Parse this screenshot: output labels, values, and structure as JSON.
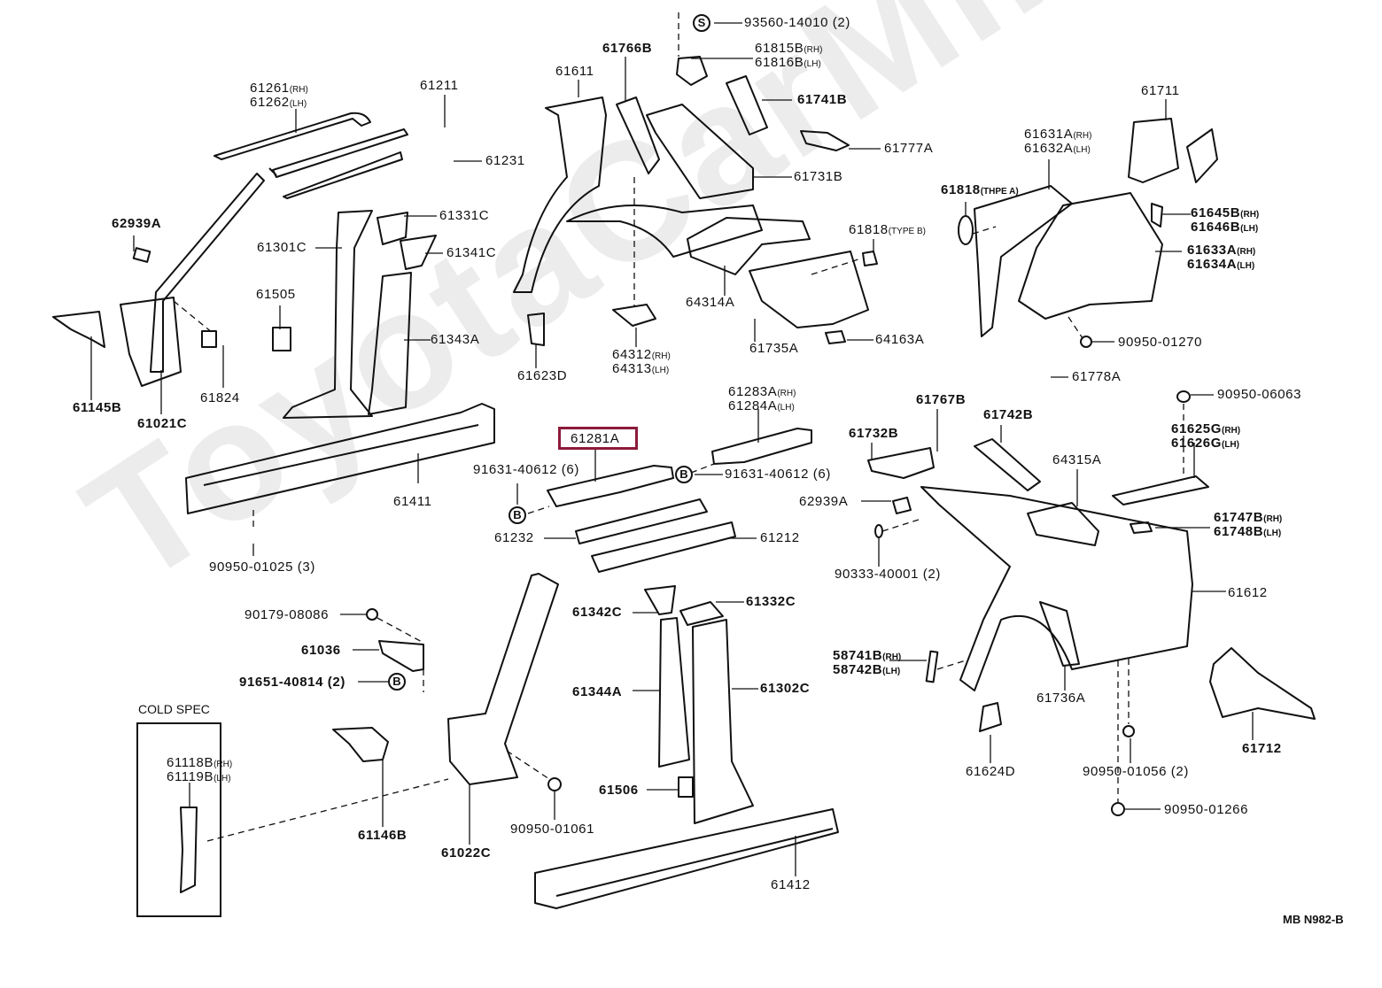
{
  "diagram": {
    "watermark": "ToyotaCarMini.ru",
    "figure_code": "MB N982-B",
    "highlighted_part": "61281A",
    "highlight_color": "#8b1a3a",
    "cold_spec_title": "COLD SPEC",
    "suffix_rh": "(RH)",
    "suffix_lh": "(LH)",
    "symbols": {
      "s": "S",
      "b": "B"
    },
    "labels": {
      "p93560": "93560-14010 (2)",
      "p61766B": "61766B",
      "p61815B": "61815B",
      "p61816B": "61816B",
      "p61611": "61611",
      "p61261": "61261",
      "p61262": "61262",
      "p61211": "61211",
      "p61741B": "61741B",
      "p61777A": "61777A",
      "p61231": "61231",
      "p61731B": "61731B",
      "p61711": "61711",
      "p61631A": "61631A",
      "p61632A": "61632A",
      "p61818A": "61818",
      "p61818A_type": "(THPE A)",
      "p61645B": "61645B",
      "p61646B": "61646B",
      "p61633A": "61633A",
      "p61634A": "61634A",
      "p90950_01270": "90950-01270",
      "p62939A_top": "62939A",
      "p61331C": "61331C",
      "p61301C": "61301C",
      "p61341C": "61341C",
      "p61818B": "61818",
      "p61818B_type": "(TYPE B)",
      "p64314A": "64314A",
      "p61505": "61505",
      "p61343A": "61343A",
      "p64312": "64312",
      "p64313": "64313",
      "p61735A": "61735A",
      "p64163A": "64163A",
      "p61145B": "61145B",
      "p61021C": "61021C",
      "p61824": "61824",
      "p61623D": "61623D",
      "p61778A": "61778A",
      "p90950_06063": "90950-06063",
      "p61283A": "61283A",
      "p61284A": "61284A",
      "p61767B": "61767B",
      "p61742B": "61742B",
      "p61732B": "61732B",
      "p61625G": "61625G",
      "p61626G": "61626G",
      "p64315A": "64315A",
      "p61411": "61411",
      "p91631_left": "91631-40612 (6)",
      "p91631_right": "91631-40612 (6)",
      "p62939A_mid": "62939A",
      "p61747B": "61747B",
      "p61748B": "61748B",
      "p61232": "61232",
      "p61212": "61212",
      "p90950_01025": "90950-01025 (3)",
      "p90333": "90333-40001 (2)",
      "p61612": "61612",
      "p90179": "90179-08086",
      "p61342C": "61342C",
      "p61332C": "61332C",
      "p61036": "61036",
      "p58741B": "58741B",
      "p58742B": "58742B",
      "p61344A": "61344A",
      "p61302C": "61302C",
      "p91651": "91651-40814 (2)",
      "p61736A": "61736A",
      "p61712": "61712",
      "p61118B": "61118B",
      "p61119B": "61119B",
      "p61624D": "61624D",
      "p90950_01056": "90950-01056 (2)",
      "p61506": "61506",
      "p90950_01061": "90950-01061",
      "p61146B": "61146B",
      "p61022C": "61022C",
      "p90950_01266": "90950-01266",
      "p61412": "61412"
    }
  }
}
